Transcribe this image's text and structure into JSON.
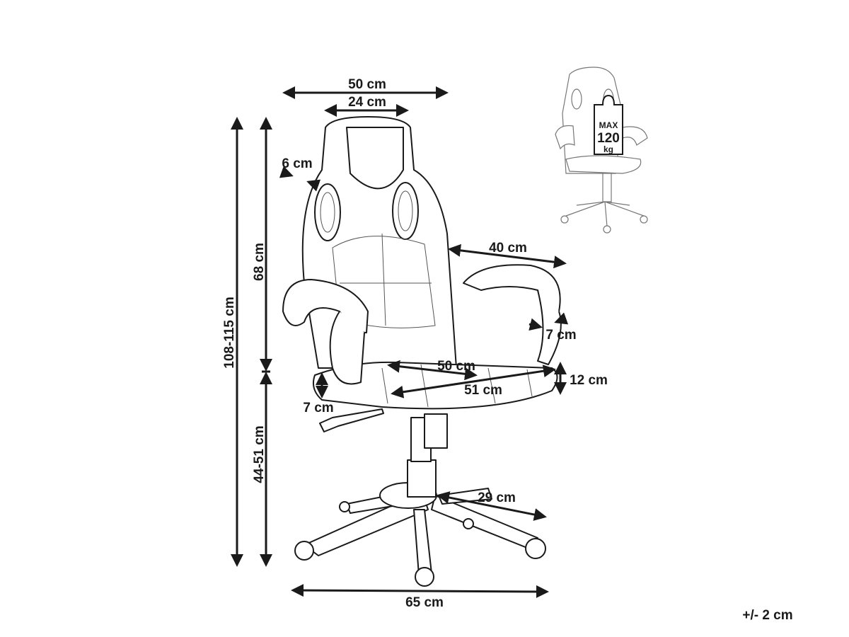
{
  "dimensions": {
    "overall_width": "50 cm",
    "headrest_width": "24 cm",
    "side_bolster": "6 cm",
    "backrest_height": "68 cm",
    "total_height": "108-115 cm",
    "seat_height": "44-51 cm",
    "armrest_depth": "40 cm",
    "armrest_width": "7 cm",
    "seat_width": "50 cm",
    "seat_depth": "51 cm",
    "seat_thickness": "12 cm",
    "armrest_height_above_seat": "7 cm",
    "leg_length": "29 cm",
    "base_diameter": "65 cm",
    "tolerance": "+/- 2 cm"
  },
  "max_load": {
    "line1": "MAX",
    "line2": "120",
    "line3": "kg"
  }
}
